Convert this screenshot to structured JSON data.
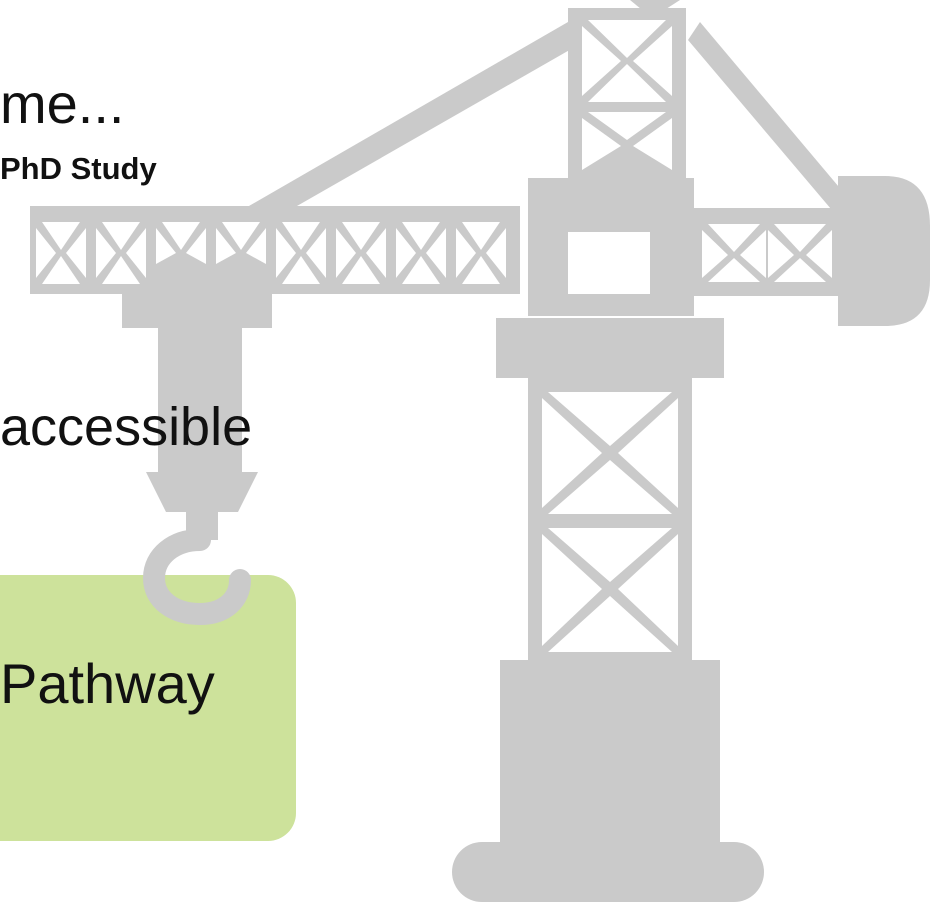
{
  "text": {
    "line_1": "me...",
    "line_2": "PhD Study",
    "line_3": "accessible",
    "pathway_label": "Pathway"
  },
  "colors": {
    "crane": "#cacaca",
    "pathway_box": "#cde29b",
    "text": "#111111",
    "background": "#ffffff"
  },
  "icons": {
    "crane": "construction-crane-icon"
  }
}
